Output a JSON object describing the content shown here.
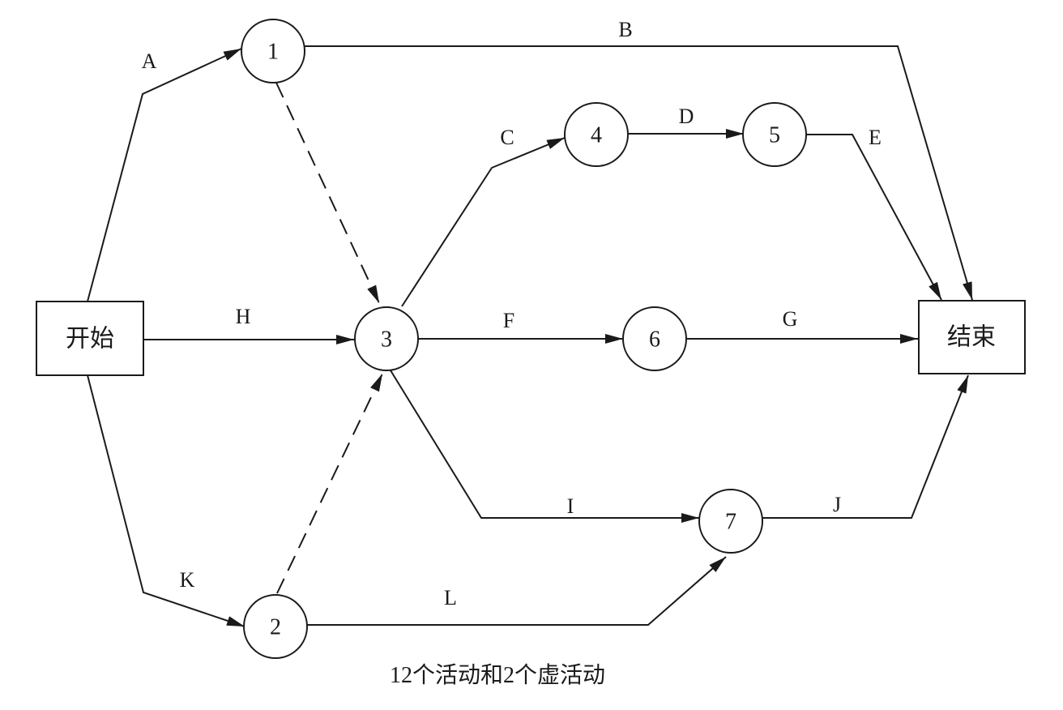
{
  "nodes": {
    "start": "开始",
    "end": "结束",
    "n1": "1",
    "n2": "2",
    "n3": "3",
    "n4": "4",
    "n5": "5",
    "n6": "6",
    "n7": "7"
  },
  "activities": {
    "A": "A",
    "B": "B",
    "C": "C",
    "D": "D",
    "E": "E",
    "F": "F",
    "G": "G",
    "H": "H",
    "I": "I",
    "J": "J",
    "K": "K",
    "L": "L"
  },
  "caption": "12个活动和2个虚活动"
}
